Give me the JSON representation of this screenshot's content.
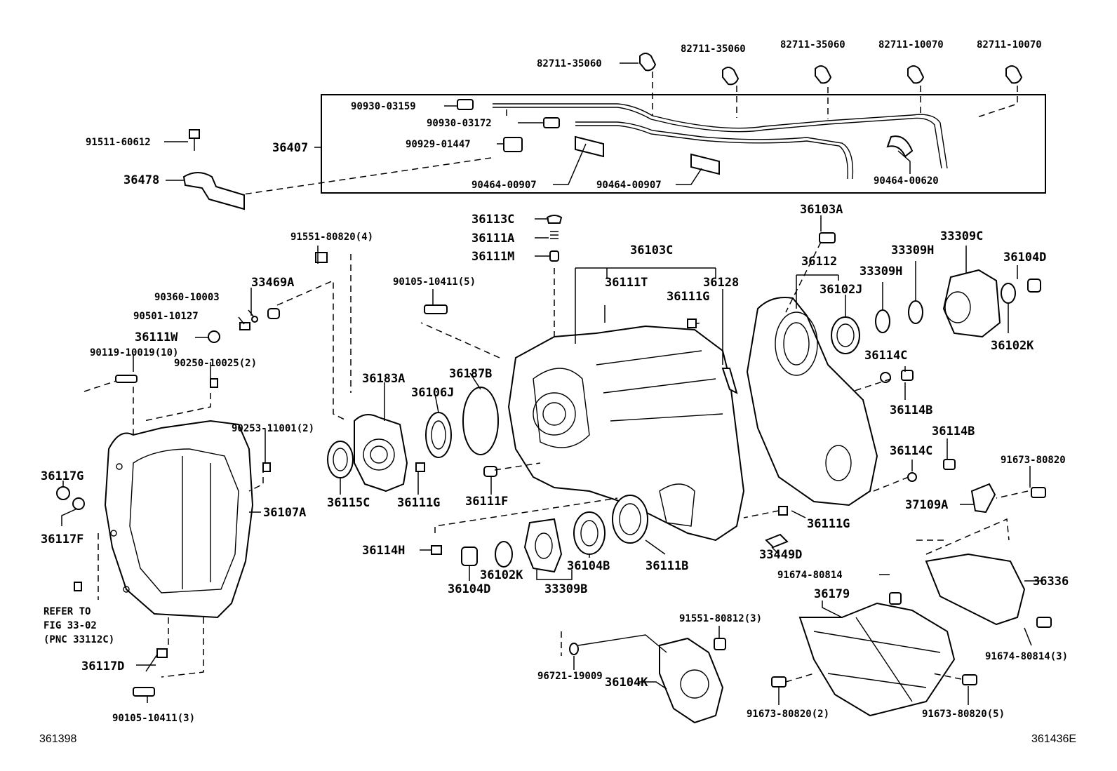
{
  "labels": {
    "p_82711_35060_a": "82711-35060",
    "p_82711_35060_b": "82711-35060",
    "p_82711_35060_c": "82711-35060",
    "p_82711_10070_a": "82711-10070",
    "p_82711_10070_b": "82711-10070",
    "p_90930_03159": "90930-03159",
    "p_90930_03172": "90930-03172",
    "p_90929_01447": "90929-01447",
    "p_91511_60612": "91511-60612",
    "p_36407": "36407",
    "p_36478": "36478",
    "p_90464_00907_a": "90464-00907",
    "p_90464_00907_b": "90464-00907",
    "p_90464_00620": "90464-00620",
    "p_36113C": "36113C",
    "p_36111A": "36111A",
    "p_36111M": "36111M",
    "p_36103C": "36103C",
    "p_36103A": "36103A",
    "p_91551_80820_4": "91551-80820(4)",
    "p_90105_10411_5": "90105-10411(5)",
    "p_33469A": "33469A",
    "p_90360_10003": "90360-10003",
    "p_90501_10127": "90501-10127",
    "p_36111W": "36111W",
    "p_90119_10019_10": "90119-10019(10)",
    "p_90250_10025_2": "90250-10025(2)",
    "p_36111T": "36111T",
    "p_36111G_top": "36111G",
    "p_36128": "36128",
    "p_36112": "36112",
    "p_33309H_a": "33309H",
    "p_33309H_b": "33309H",
    "p_33309C": "33309C",
    "p_36104D_top": "36104D",
    "p_36102J": "36102J",
    "p_36102K_top": "36102K",
    "p_36183A": "36183A",
    "p_36187B": "36187B",
    "p_36106J": "36106J",
    "p_36114C_a": "36114C",
    "p_36114B_a": "36114B",
    "p_36114B_b": "36114B",
    "p_36114C_b": "36114C",
    "p_91673_80820": "91673-80820",
    "p_37109A": "37109A",
    "p_90253_11001_2": "90253-11001(2)",
    "p_36117G": "36117G",
    "p_36107A": "36107A",
    "p_36117F": "36117F",
    "p_36115C": "36115C",
    "p_36111G_mid": "36111G",
    "p_36111F": "36111F",
    "p_36111G_right": "36111G",
    "p_36114H": "36114H",
    "p_36104D_bot": "36104D",
    "p_36102K_bot": "36102K",
    "p_36104B": "36104B",
    "p_33309B": "33309B",
    "p_36111B": "36111B",
    "p_33449D": "33449D",
    "p_91674_80814": "91674-80814",
    "p_36336": "36336",
    "p_36179": "36179",
    "p_91551_80812_3": "91551-80812(3)",
    "p_96721_19009": "96721-19009",
    "p_36104K": "36104K",
    "p_91674_80814_3": "91674-80814(3)",
    "p_91673_80820_2": "91673-80820(2)",
    "p_91673_80820_5": "91673-80820(5)",
    "p_36117D": "36117D",
    "p_90105_10411_3": "90105-10411(3)",
    "refer_line1": "REFER TO",
    "refer_line2": "FIG 33-02",
    "refer_line3": "(PNC 33112C)"
  },
  "footer": {
    "left_code": "361398",
    "right_code": "361436E"
  }
}
